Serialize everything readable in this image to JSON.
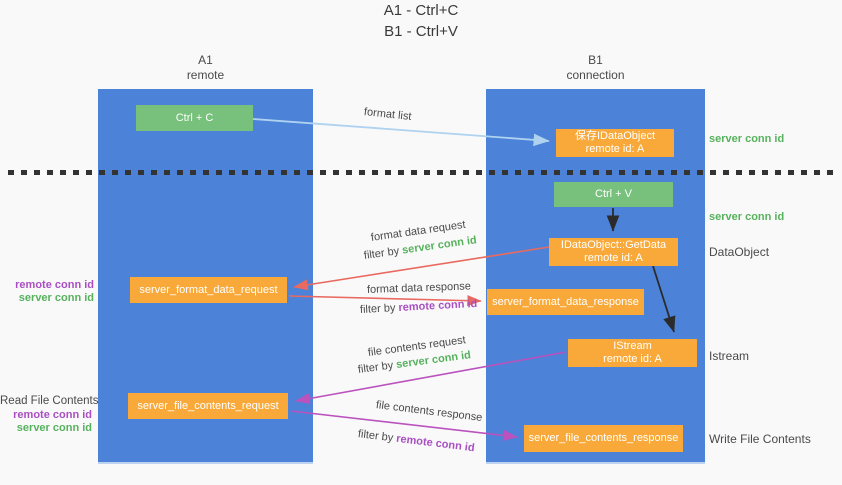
{
  "colors": {
    "lane_blue": "#4c82d8",
    "green": "#77c17c",
    "orange": "#f8a939",
    "arrow_red": "#e96a60",
    "arrow_magenta": "#bb52bd",
    "arrow_blue": "#aed2ef",
    "arrow_black": "#2b2b2b",
    "text_green": "#56b25c",
    "text_purple": "#a94fc2",
    "text_gray": "#4a4a4a",
    "bg": "#f9f9fa",
    "dotted": "#333333"
  },
  "title": {
    "line1": "A1 - Ctrl+C",
    "line2": "B1 - Ctrl+V"
  },
  "lanes": {
    "a1": {
      "name": "A1",
      "role": "remote"
    },
    "b1": {
      "name": "B1",
      "role": "connection"
    }
  },
  "nodes": {
    "ctrl_c": {
      "label": "Ctrl + C"
    },
    "ctrl_v": {
      "label": "Ctrl + V"
    },
    "save_idataobject": {
      "line1": "保存IDataObject",
      "line2": "remote id: A"
    },
    "idataobject_getdata": {
      "line1": "IDataObject::GetData",
      "line2": "remote id: A"
    },
    "istream": {
      "line1": "IStream",
      "line2": "remote id: A"
    },
    "server_format_data_request": {
      "label": "server_format_data_request"
    },
    "server_format_data_response": {
      "label": "server_format_data_response"
    },
    "server_file_contents_request": {
      "label": "server_file_contents_request"
    },
    "server_file_contents_response": {
      "label": "server_file_contents_response"
    }
  },
  "edge_labels": {
    "format_list": "format list",
    "format_data_request": "format data request",
    "format_data_response": "format data response",
    "file_contents_request": "file contents request",
    "file_contents_response": "file contents response",
    "filter_by": "filter by",
    "server_conn_id": "server conn id",
    "remote_conn_id": "remote conn id"
  },
  "side_labels": {
    "dataobject": "DataObject",
    "istream": "Istream",
    "write_file_contents": "Write File Contents",
    "read_file_contents": "Read File Contents"
  }
}
